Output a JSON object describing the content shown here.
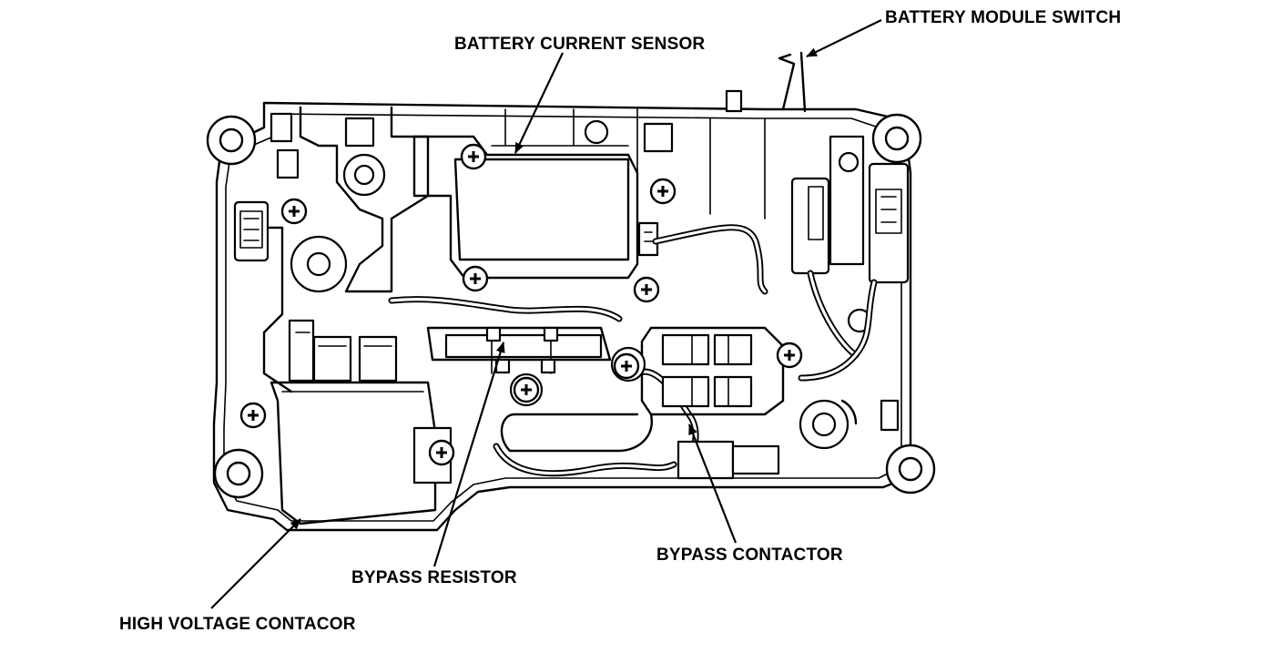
{
  "labels": {
    "battery_module_switch": "BATTERY MODULE SWITCH",
    "battery_current_sensor": "BATTERY CURRENT SENSOR",
    "bypass_contactor": "BYPASS CONTACTOR",
    "bypass_resistor": "BYPASS RESISTOR",
    "high_voltage_contactor": "HIGH VOLTAGE CONTACOR"
  },
  "colors": {
    "ink": "#000000",
    "paper": "#ffffff"
  }
}
